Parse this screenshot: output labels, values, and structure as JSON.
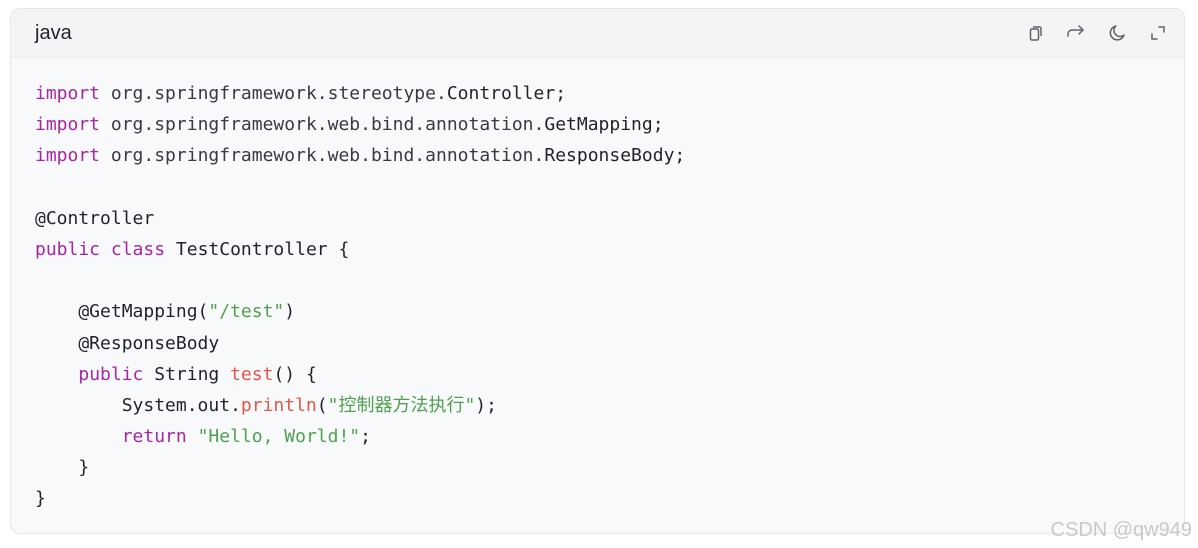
{
  "header": {
    "language": "java",
    "toolbar": [
      {
        "icon": "copy-icon"
      },
      {
        "icon": "wrap-icon"
      },
      {
        "icon": "theme-icon"
      },
      {
        "icon": "fullscreen-icon"
      }
    ]
  },
  "code": {
    "lines": [
      [
        {
          "t": "kw",
          "v": "import"
        },
        {
          "t": "plain",
          "v": " "
        },
        {
          "t": "pkg",
          "v": "org.springframework.stereotype."
        },
        {
          "t": "cls",
          "v": "Controller"
        },
        {
          "t": "plain",
          "v": ";"
        }
      ],
      [
        {
          "t": "kw",
          "v": "import"
        },
        {
          "t": "plain",
          "v": " "
        },
        {
          "t": "pkg",
          "v": "org.springframework.web.bind.annotation."
        },
        {
          "t": "cls",
          "v": "GetMapping"
        },
        {
          "t": "plain",
          "v": ";"
        }
      ],
      [
        {
          "t": "kw",
          "v": "import"
        },
        {
          "t": "plain",
          "v": " "
        },
        {
          "t": "pkg",
          "v": "org.springframework.web.bind.annotation."
        },
        {
          "t": "cls",
          "v": "ResponseBody"
        },
        {
          "t": "plain",
          "v": ";"
        }
      ],
      [],
      [
        {
          "t": "plain",
          "v": "@Controller"
        }
      ],
      [
        {
          "t": "kw",
          "v": "public"
        },
        {
          "t": "plain",
          "v": " "
        },
        {
          "t": "kw",
          "v": "class"
        },
        {
          "t": "plain",
          "v": " TestController {"
        }
      ],
      [],
      [
        {
          "t": "plain",
          "v": "    @GetMapping("
        },
        {
          "t": "str",
          "v": "\"/test\""
        },
        {
          "t": "plain",
          "v": ")"
        }
      ],
      [
        {
          "t": "plain",
          "v": "    @ResponseBody"
        }
      ],
      [
        {
          "t": "plain",
          "v": "    "
        },
        {
          "t": "kw",
          "v": "public"
        },
        {
          "t": "plain",
          "v": " String "
        },
        {
          "t": "fn",
          "v": "test"
        },
        {
          "t": "plain",
          "v": "() {"
        }
      ],
      [
        {
          "t": "plain",
          "v": "        System.out."
        },
        {
          "t": "fn",
          "v": "println"
        },
        {
          "t": "plain",
          "v": "("
        },
        {
          "t": "str",
          "v": "\"控制器方法执行\""
        },
        {
          "t": "plain",
          "v": ");"
        }
      ],
      [
        {
          "t": "plain",
          "v": "        "
        },
        {
          "t": "kw",
          "v": "return"
        },
        {
          "t": "plain",
          "v": " "
        },
        {
          "t": "str",
          "v": "\"Hello, World!\""
        },
        {
          "t": "plain",
          "v": ";"
        }
      ],
      [
        {
          "t": "plain",
          "v": "    }"
        }
      ],
      [
        {
          "t": "plain",
          "v": "}"
        }
      ]
    ]
  },
  "watermark": "CSDN @qw949"
}
